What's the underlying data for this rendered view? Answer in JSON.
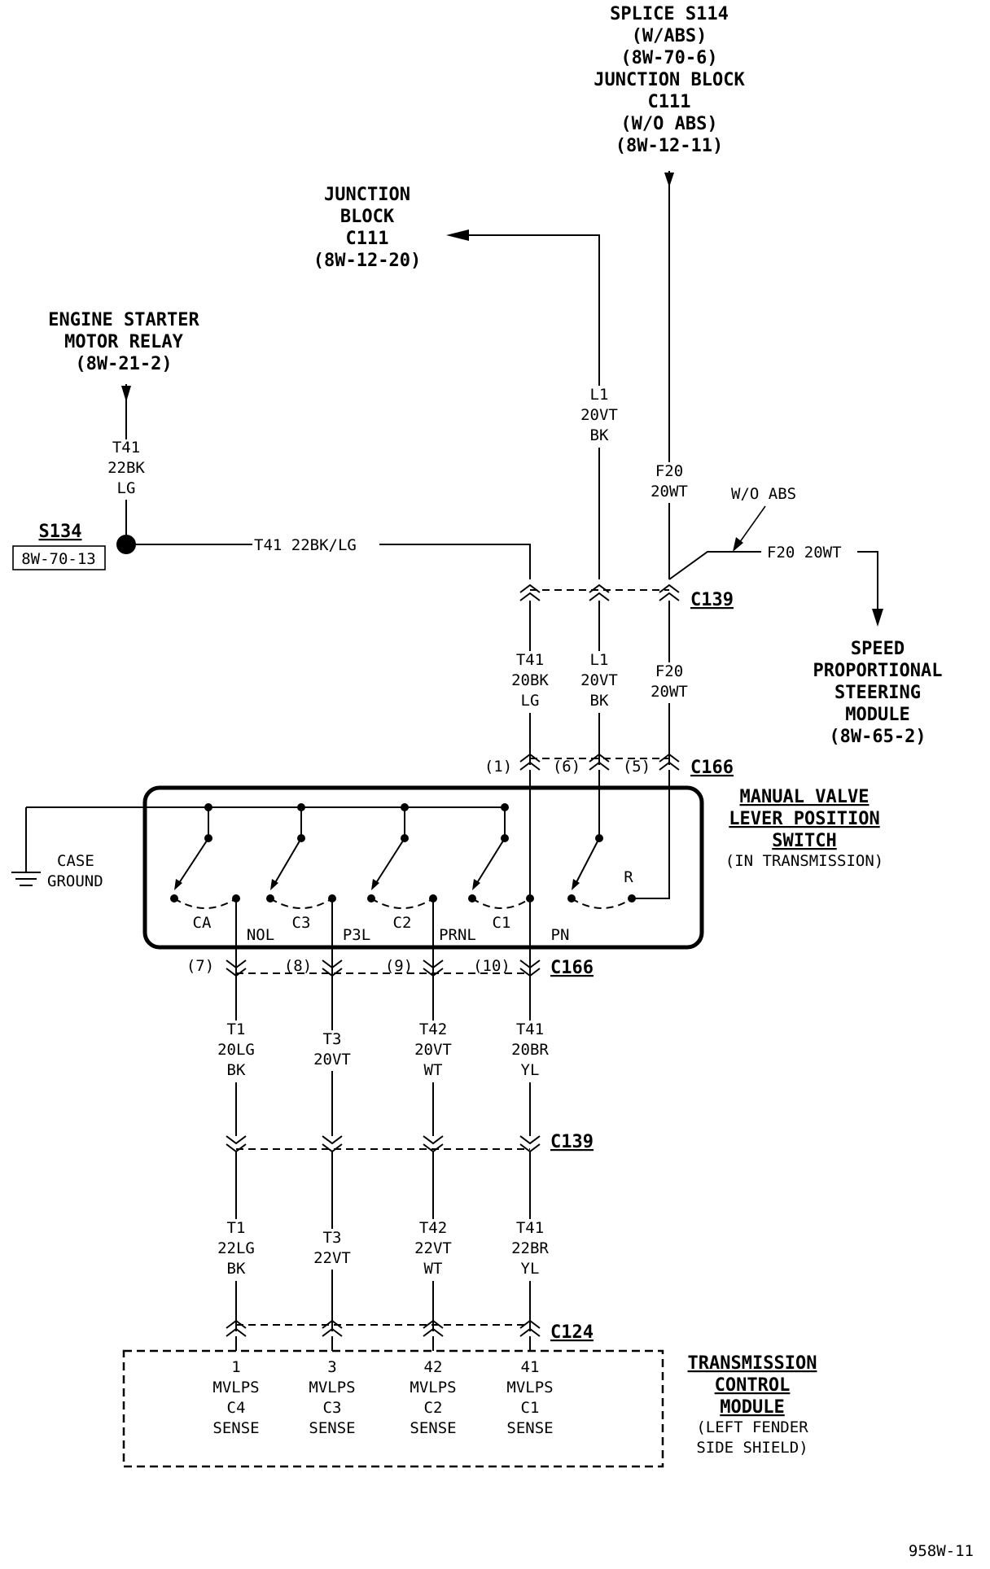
{
  "top": {
    "splice": [
      "SPLICE S114",
      "(W/ABS)",
      "(8W-70-6)",
      "JUNCTION BLOCK",
      "C111",
      "(W/O ABS)",
      "(8W-12-11)"
    ],
    "junction": [
      "JUNCTION",
      "BLOCK",
      "C111",
      "(8W-12-20)"
    ],
    "starter": [
      "ENGINE STARTER",
      "MOTOR RELAY",
      "(8W-21-2)"
    ]
  },
  "splice_s134": {
    "name": "S134",
    "ref": "8W-70-13"
  },
  "wires": {
    "t41_vert": [
      "T41",
      "22BK",
      "LG"
    ],
    "t41_horiz": "T41 22BK/LG",
    "l1_upper": [
      "L1",
      "20VT",
      "BK"
    ],
    "f20_upper": [
      "F20",
      "20WT"
    ],
    "wo_abs": "W/O ABS",
    "f20_branch": "F20 20WT",
    "t41_mid": [
      "T41",
      "20BK",
      "LG"
    ],
    "l1_mid": [
      "L1",
      "20VT",
      "BK"
    ],
    "f20_mid": [
      "F20",
      "20WT"
    ],
    "t1_a": [
      "T1",
      "20LG",
      "BK"
    ],
    "t3_a": [
      "T3",
      "20VT"
    ],
    "t42_a": [
      "T42",
      "20VT",
      "WT"
    ],
    "t41_a": [
      "T41",
      "20BR",
      "YL"
    ],
    "t1_b": [
      "T1",
      "22LG",
      "BK"
    ],
    "t3_b": [
      "T3",
      "22VT"
    ],
    "t42_b": [
      "T42",
      "22VT",
      "WT"
    ],
    "t41_b": [
      "T41",
      "22BR",
      "YL"
    ]
  },
  "speed_module": [
    "SPEED",
    "PROPORTIONAL",
    "STEERING",
    "MODULE",
    "(8W-65-2)"
  ],
  "connectors": {
    "c139": "C139",
    "c166": "C166",
    "c124": "C124",
    "pins_top": [
      "(1)",
      "(6)",
      "(5)"
    ],
    "pins_bottom": [
      "(7)",
      "(8)",
      "(9)",
      "(10)"
    ]
  },
  "switch": {
    "title": [
      "MANUAL VALVE",
      "LEVER POSITION",
      "SWITCH"
    ],
    "sub": "(IN TRANSMISSION)",
    "contacts": [
      "CA",
      "NOL",
      "C3",
      "P3L",
      "C2",
      "PRNL",
      "C1",
      "PN",
      "R"
    ]
  },
  "case_ground": [
    "CASE",
    "GROUND"
  ],
  "tcm": {
    "title": [
      "TRANSMISSION",
      "CONTROL",
      "MODULE"
    ],
    "sub": [
      "(LEFT FENDER",
      "SIDE SHIELD)"
    ],
    "pins": [
      [
        "1",
        "MVLPS",
        "C4",
        "SENSE"
      ],
      [
        "3",
        "MVLPS",
        "C3",
        "SENSE"
      ],
      [
        "42",
        "MVLPS",
        "C2",
        "SENSE"
      ],
      [
        "41",
        "MVLPS",
        "C1",
        "SENSE"
      ]
    ]
  },
  "figure_id": "958W-11"
}
